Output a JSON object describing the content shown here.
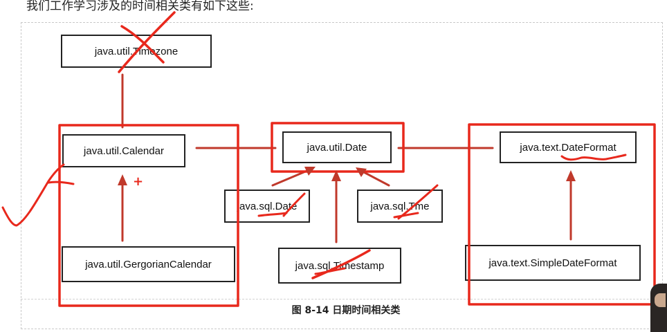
{
  "heading": "我们工作学习涉及的时间相关类有如下这些:",
  "caption": "图 8-14  日期时间相关类",
  "classes": {
    "timezone": "java.util.Timezone",
    "calendar": "java.util.Calendar",
    "gregorian": "java.util.GergorianCalendar",
    "util_date": "java.util.Date",
    "sql_date": "java.sql.Date",
    "sql_time": "java.sql.Tme",
    "sql_timestamp": "java.sql.Timestamp",
    "date_format": "java.text.DateFormat",
    "simple_date_format": "java.text.SimpleDateFormat"
  },
  "annotations": {
    "plus_mark": "+"
  },
  "colors": {
    "annotation_red": "#e8281c",
    "diagram_red": "#c0392b",
    "box_border": "#222222"
  }
}
